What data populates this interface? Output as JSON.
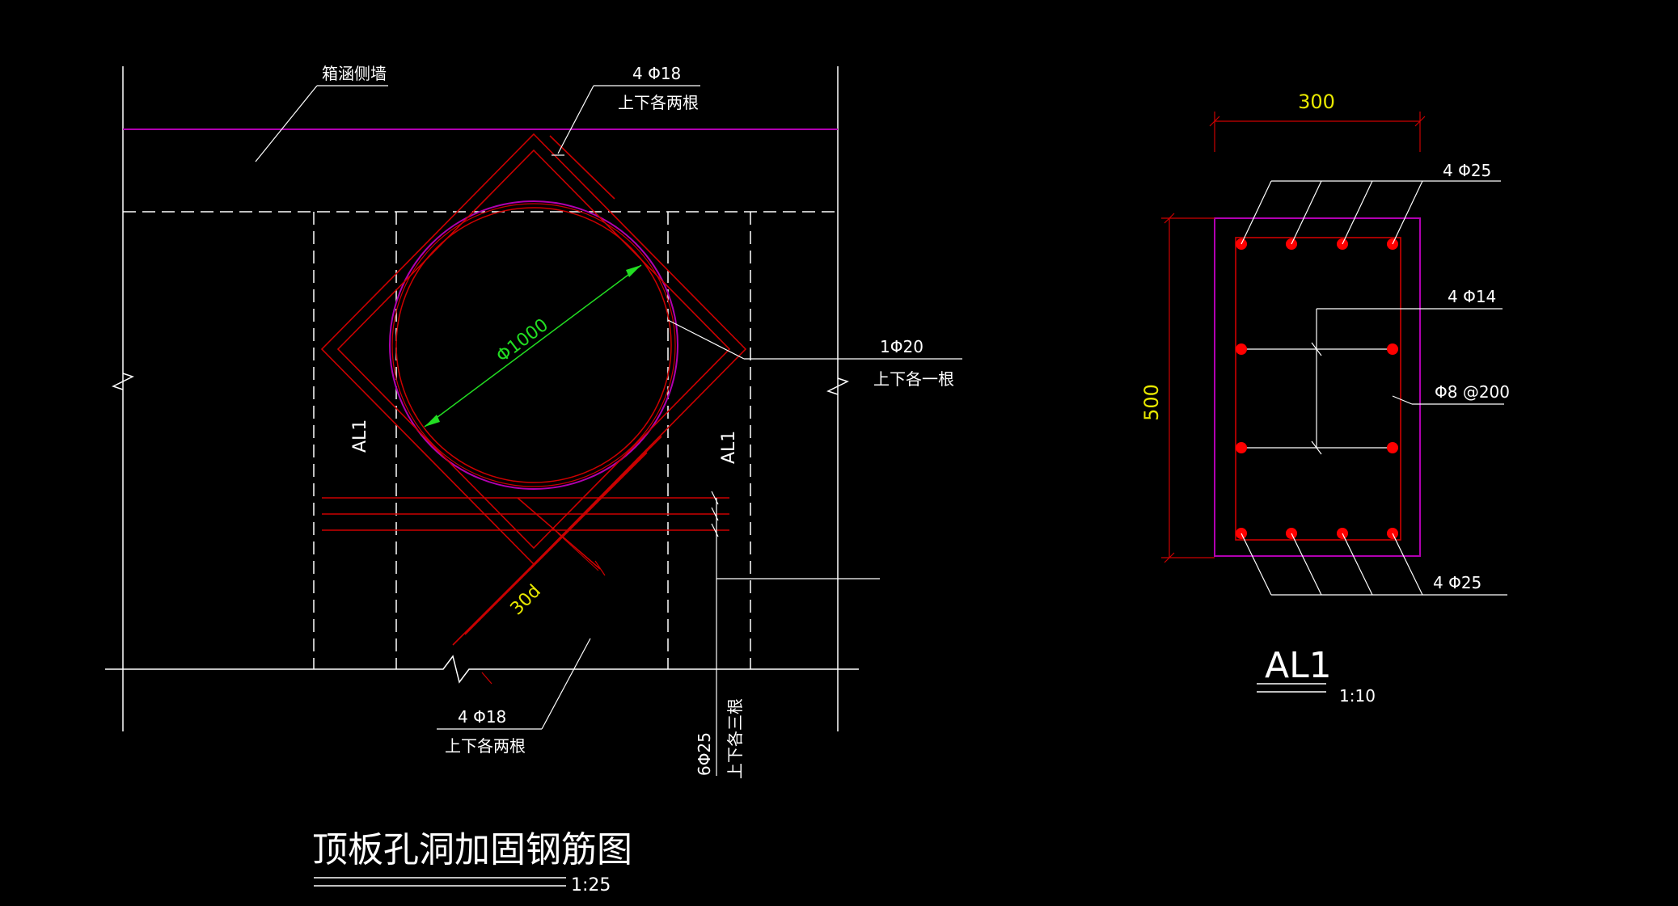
{
  "colors": {
    "background": "#000000",
    "line": "#ffffff",
    "rebar": "#cc0000",
    "stirrup_outline": "#b000b0",
    "dimension_green": "#22dd22",
    "dimension_yellow": "#e8e800",
    "rebar_dot": "#ff0000"
  },
  "left_drawing": {
    "wall_label": "箱涵侧墙",
    "top_bar_label": "4 Φ18",
    "top_bar_note": "上下各两根",
    "diagonal_bar_label": "1Φ20",
    "diagonal_bar_note": "上下各一根",
    "diameter_label": "Φ1000",
    "beam_left_label": "AL1",
    "beam_right_label": "AL1",
    "anchor_label": "30d",
    "bottom_bar_label": "4 Φ18",
    "bottom_bar_note": "上下各两根",
    "vertical_bar_label": "6Φ25",
    "vertical_bar_note": "上下各三根",
    "title": "顶板孔洞加固钢筋图",
    "scale": "1:25"
  },
  "section": {
    "width_dim": "300",
    "height_dim": "500",
    "top_bars_label": "4 Φ25",
    "side_bars_label": "4 Φ14",
    "stirrup_label": "Φ8 @200",
    "bottom_bars_label": "4 Φ25",
    "title": "AL1",
    "scale": "1:10"
  }
}
